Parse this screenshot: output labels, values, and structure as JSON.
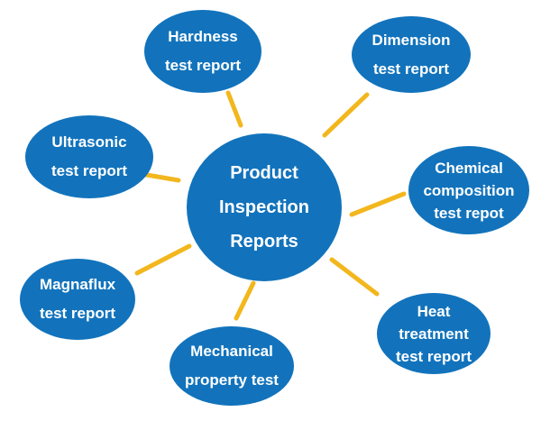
{
  "diagram": {
    "title": "Product Inspection Reports diagram",
    "center": {
      "id": "product-inspection-reports",
      "label": "Product Inspection Reports",
      "lines": [
        "Product",
        "Inspection",
        "Reports"
      ]
    },
    "nodes": [
      {
        "id": "hardness",
        "label": "Hardness test report",
        "lines": [
          "Hardness",
          "test report"
        ]
      },
      {
        "id": "dimension",
        "label": "Dimension test report",
        "lines": [
          "Dimension",
          "test report"
        ]
      },
      {
        "id": "ultrasonic",
        "label": "Ultrasonic test report",
        "lines": [
          "Ultrasonic",
          "test report"
        ]
      },
      {
        "id": "chemical",
        "label": "Chemical composition test repot",
        "lines": [
          "Chemical",
          "composition",
          "test repot"
        ]
      },
      {
        "id": "magnaflux",
        "label": "Magnaflux test report",
        "lines": [
          "Magnaflux",
          "test report"
        ]
      },
      {
        "id": "mechanical",
        "label": "Mechanical property test",
        "lines": [
          "Mechanical",
          "property test"
        ]
      },
      {
        "id": "heat",
        "label": "Heat treatment test report",
        "lines": [
          "Heat",
          "treatment",
          "test report"
        ]
      }
    ],
    "colors": {
      "node_fill": "#1273BC",
      "node_text": "#FFFFFF",
      "connector": "#F2B71D",
      "background": "#FFFFFF"
    }
  }
}
